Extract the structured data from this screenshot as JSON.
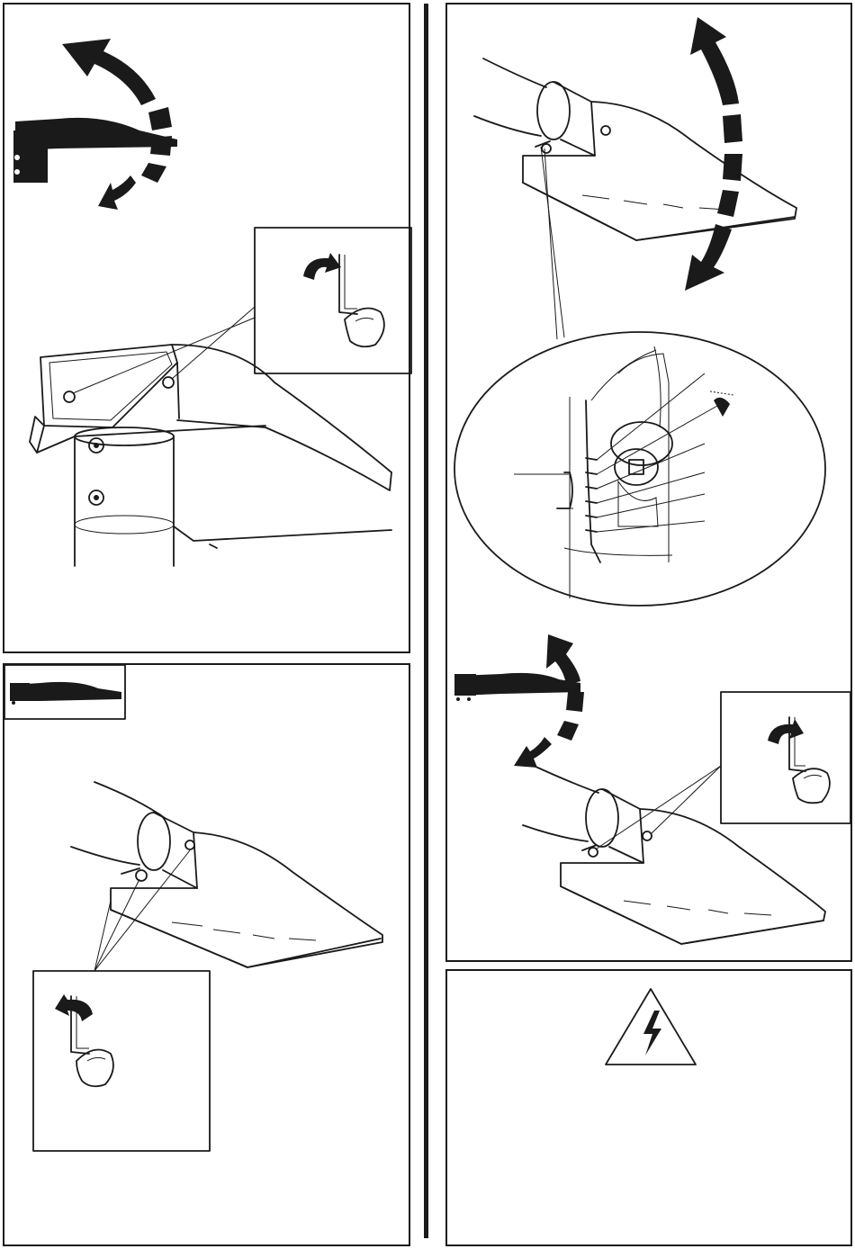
{
  "diagram": {
    "steps": [
      {
        "id": "tilt-adjust-loosen",
        "position": "top-left"
      },
      {
        "id": "reset-horizontal",
        "position": "bottom-left"
      },
      {
        "id": "tilt-scale-detail",
        "position": "top-right"
      },
      {
        "id": "tilt-adjust-tighten",
        "position": "middle-right"
      },
      {
        "id": "electrical-warning",
        "position": "bottom-right"
      }
    ],
    "colors": {
      "ink": "#1a1a1a",
      "paper": "#ffffff"
    },
    "icons": [
      "curved-double-arrow-icon",
      "hex-key-hand-icon",
      "luminaire-side-icon",
      "high-voltage-warning-icon"
    ]
  }
}
